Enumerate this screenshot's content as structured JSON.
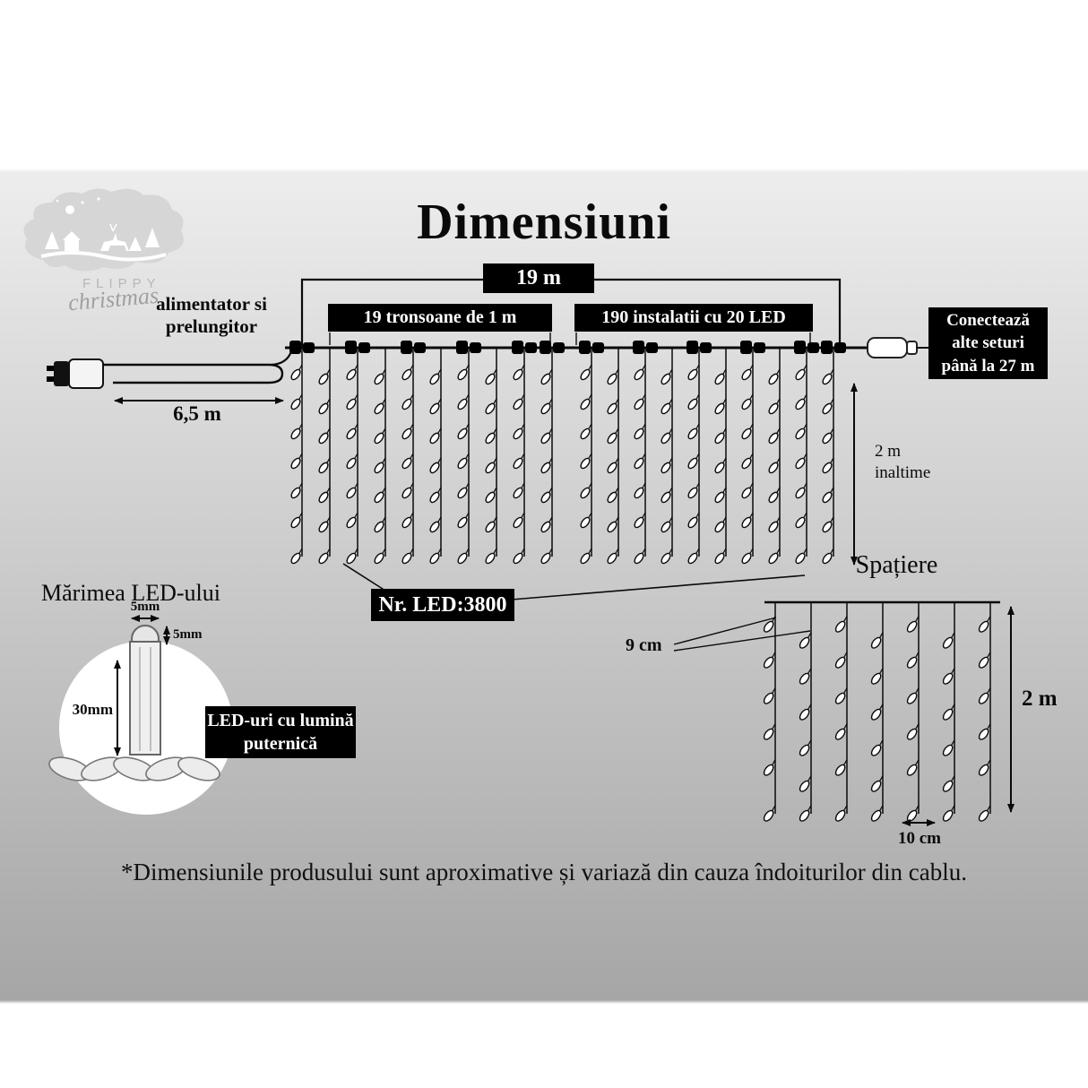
{
  "page": {
    "title": "Dimensiuni",
    "disclaimer": "*Dimensiunile produsului sunt aproximative și variază din cauza îndoiturilor din cablu."
  },
  "logo": {
    "brand": "FLIPPY",
    "sub": "christmas"
  },
  "top_diagram": {
    "total_width": "19 m",
    "segments": "19 tronsoane de 1 m",
    "installations": "190 instalatii cu 20 LED",
    "adapter_line1": "alimentator si",
    "adapter_line2": "prelungitor",
    "cable_length": "6,5 m",
    "connect_line1": "Conectează",
    "connect_line2": "alte seturi",
    "connect_line3": "până la 27 m",
    "height_line1": "2 m",
    "height_line2": "inaltime",
    "led_count": "Nr. LED:3800"
  },
  "spacing_diagram": {
    "title": "Spațiere",
    "vertical_spacing": "9 cm",
    "height": "2 m",
    "horizontal_spacing": "10 cm"
  },
  "led_diagram": {
    "title": "Mărimea LED-ului",
    "width": "5mm",
    "cap_height": "5mm",
    "body_height": "30mm",
    "callout_line1": "LED-uri cu lumină",
    "callout_line2": "puternică"
  },
  "colors": {
    "label_bg": "#000000",
    "label_text": "#ffffff",
    "line": "#0a0a0a",
    "bg_gradient_start": "#ededed",
    "bg_gradient_end": "#a6a6a6"
  }
}
